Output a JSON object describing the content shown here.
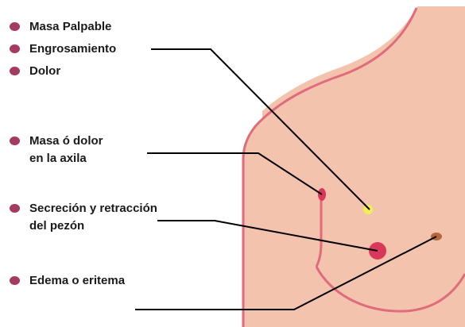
{
  "labels": {
    "masa_palpable": "Masa Palpable",
    "engrosamiento": "Engrosamiento",
    "dolor": "Dolor",
    "axila_line1": "Masa ó dolor",
    "axila_line2": "en la axila",
    "pezon_line1": "Secreción y retracción",
    "pezon_line2": "del pezón",
    "edema": "Edema o eritema"
  },
  "colors": {
    "bullet": "#a43b63",
    "skin": "#f4c3ae",
    "outline": "#e06b7b",
    "lesion_red": "#d9385a",
    "lesion_yellow": "#f5ee55",
    "nipple": "#b5663d"
  }
}
